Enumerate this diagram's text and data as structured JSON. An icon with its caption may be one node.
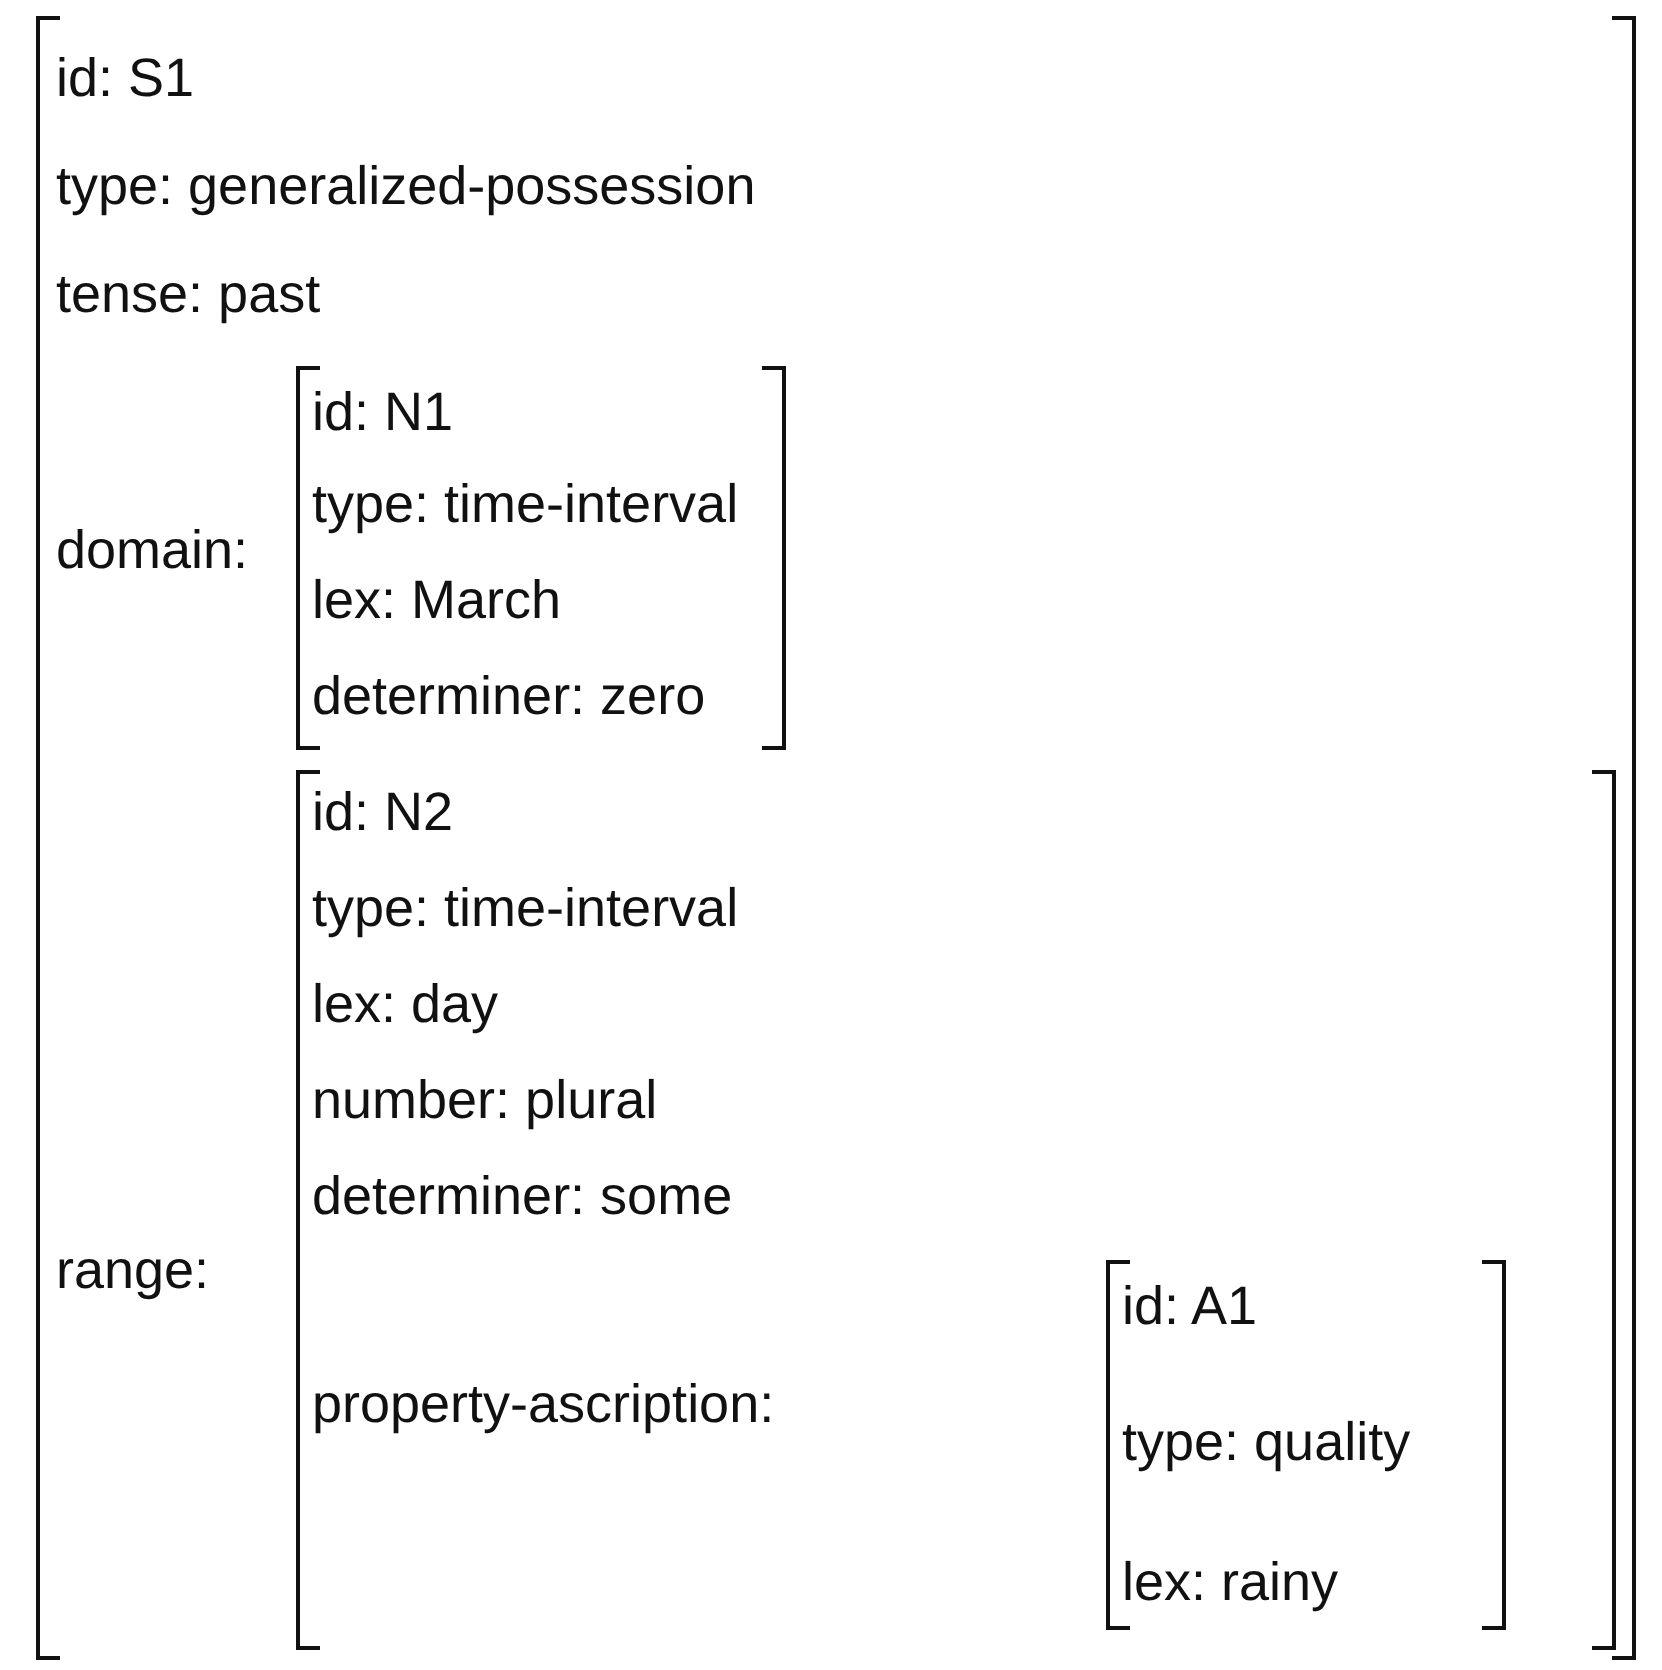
{
  "diagram": {
    "nodes": [
      {
        "text": [
          "id: S1",
          "type: generalized-possession",
          "tense: past",
          "domain:",
          "range:"
        ]
      },
      {
        "text": [
          "id: N1",
          "type: time-interval",
          "lex: March",
          "determiner: zero"
        ],
        "in": 0
      },
      {
        "text": [
          "id: N2",
          "type: time-interval",
          "lex: day",
          "number: plural",
          "determiner: some",
          "property-ascription:"
        ],
        "in": 0
      },
      {
        "text": [
          "id: A1",
          "type: quality",
          "lex: rainy"
        ],
        "in": 2
      }
    ]
  }
}
